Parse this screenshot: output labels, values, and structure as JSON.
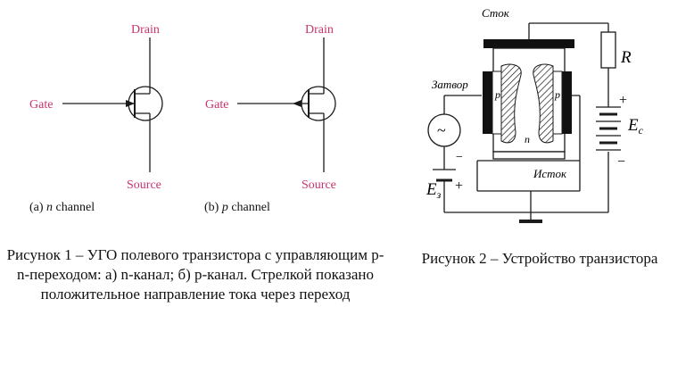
{
  "figure1": {
    "n_channel": {
      "drain": "Drain",
      "gate": "Gate",
      "source": "Source",
      "label_prefix": "(a) ",
      "label_type": "n",
      "label_suffix": " channel"
    },
    "p_channel": {
      "drain": "Drain",
      "gate": "Gate",
      "source": "Source",
      "label_prefix": "(b) ",
      "label_type": "p",
      "label_suffix": " channel"
    },
    "caption": "Рисунок 1 – УГО полевого транзистора с управляющим p-n-переходом: а) n-канал; б) p-канал. Стрелкой показано положительное направление тока через переход"
  },
  "figure2": {
    "labels": {
      "stok": "Сток",
      "zatvor": "Затвор",
      "istok": "Исток",
      "r": "R",
      "ec_main": "E",
      "ec_sub": "c",
      "ez_main": "E",
      "ez_sub": "з",
      "p_left": "p",
      "p_right": "p",
      "n": "n",
      "plus_top": "+",
      "minus_bottom": "−",
      "minus_source": "−",
      "plus_source": "+",
      "tilde": "~"
    },
    "caption": "Рисунок 2 – Устройство транзистора"
  },
  "colors": {
    "label_magenta": "#c8336e",
    "line": "#1a1a1a"
  }
}
